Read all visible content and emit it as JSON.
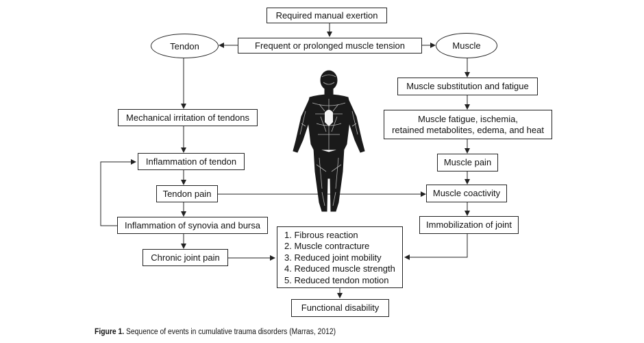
{
  "nodes": {
    "required_exertion": "Required manual exertion",
    "frequent_tension": "Frequent or prolonged muscle tension",
    "tendon": "Tendon",
    "muscle": "Muscle",
    "mechanical_irritation": "Mechanical irritation of tendons",
    "inflammation_tendon": "Inflammation of tendon",
    "tendon_pain": "Tendon pain",
    "inflammation_synovia": "Inflammation of synovia and bursa",
    "chronic_joint_pain": "Chronic joint pain",
    "muscle_substitution": "Muscle substitution and fatigue",
    "muscle_fatigue_line1": "Muscle fatigue, ischemia,",
    "muscle_fatigue_line2": "retained metabolites, edema, and heat",
    "muscle_pain": "Muscle pain",
    "muscle_coactivity": "Muscle coactivity",
    "immobilization": "Immobilization of joint",
    "outcomes": [
      "1. Fibrous reaction",
      "2. Muscle contracture",
      "3. Reduced joint mobility",
      "4. Reduced muscle strength",
      "5. Reduced tendon motion"
    ],
    "functional_disability": "Functional disability"
  },
  "caption": {
    "label": "Figure 1.",
    "text": " Sequence of events in cumulative trauma disorders (Marras, 2012)"
  }
}
